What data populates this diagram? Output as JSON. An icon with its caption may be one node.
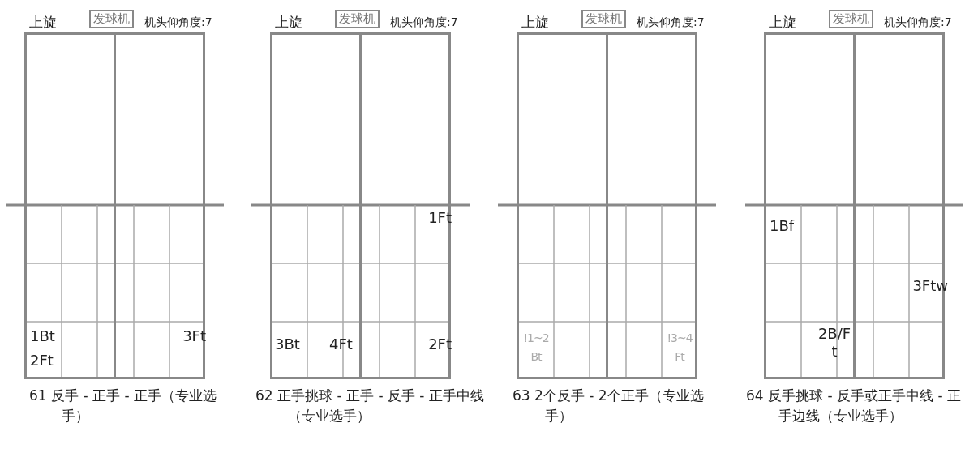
{
  "diagram": {
    "nodes": [
      {
        "text": [
          "发球机"
        ]
      },
      {
        "text": [
          "1Bt",
          "2Ft",
          "3Ft"
        ],
        "beside": [
          "上旋",
          "机头仰角度:7",
          "61 反手 - 正手 - 正手（专业选手）"
        ]
      },
      {
        "text": [
          "发球机"
        ]
      },
      {
        "text": [
          "1Ft",
          "3Bt",
          "4Ft",
          "2Ft"
        ],
        "beside": [
          "上旋",
          "机头仰角度:7",
          "62 正手挑球 - 正手 - 反手 - 正手中线（专业选手）"
        ]
      },
      {
        "text": [
          "发球机"
        ]
      },
      {
        "text": [
          "!1~2 Bt",
          "!3~4 Ft"
        ],
        "beside": [
          "上旋",
          "机头仰角度:7",
          "63 2个反手 - 2个正手（专业选手）"
        ]
      },
      {
        "text": [
          "发球机"
        ]
      },
      {
        "text": [
          "1Bf",
          "3Ftw",
          "2B/F t"
        ],
        "beside": [
          "上旋",
          "机头仰角度:7",
          "64 反手挑球 - 反手或正手中线 - 正手边线（专业选手）"
        ]
      }
    ]
  }
}
